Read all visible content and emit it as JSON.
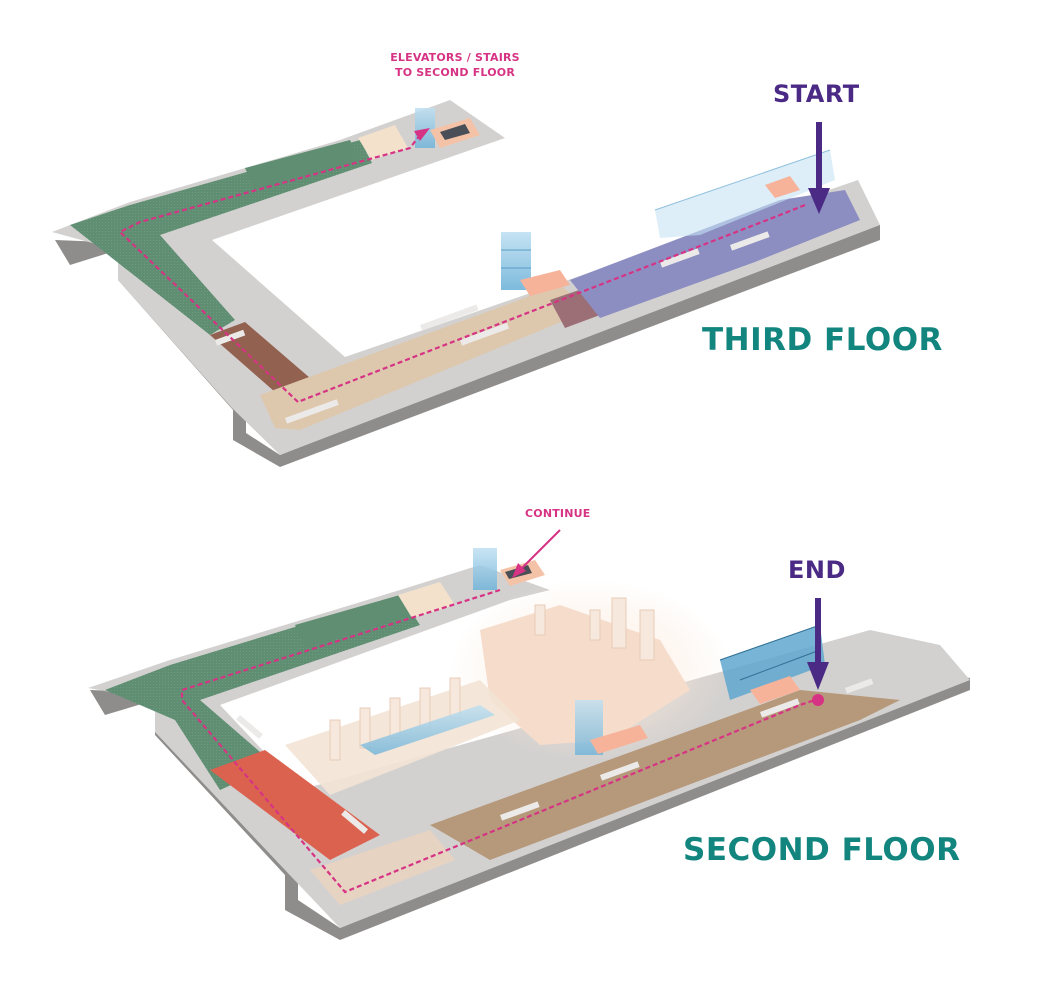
{
  "labels": {
    "elevators_line1": "ELEVATORS / STAIRS",
    "elevators_line2": "TO SECOND FLOOR",
    "start": "START",
    "third_floor": "THIRD FLOOR",
    "continue": "CONTINUE",
    "end": "END",
    "second_floor": "SECOND FLOOR"
  },
  "colors": {
    "route": "#d63384",
    "marker": "#4b2a85",
    "floor_title": "#13857f",
    "wall": "#d3d1d0",
    "wall_side": "#8f8d8c",
    "green_zone": "#5f8e72",
    "brown_zone": "#92614f",
    "beige_zone": "#ddc8ae",
    "purple_zone": "#8c8ec2",
    "red_zone": "#dc6250",
    "tan_zone": "#b6987a",
    "courtyard": "#f6dccb",
    "glass": "#9ccbe6"
  }
}
